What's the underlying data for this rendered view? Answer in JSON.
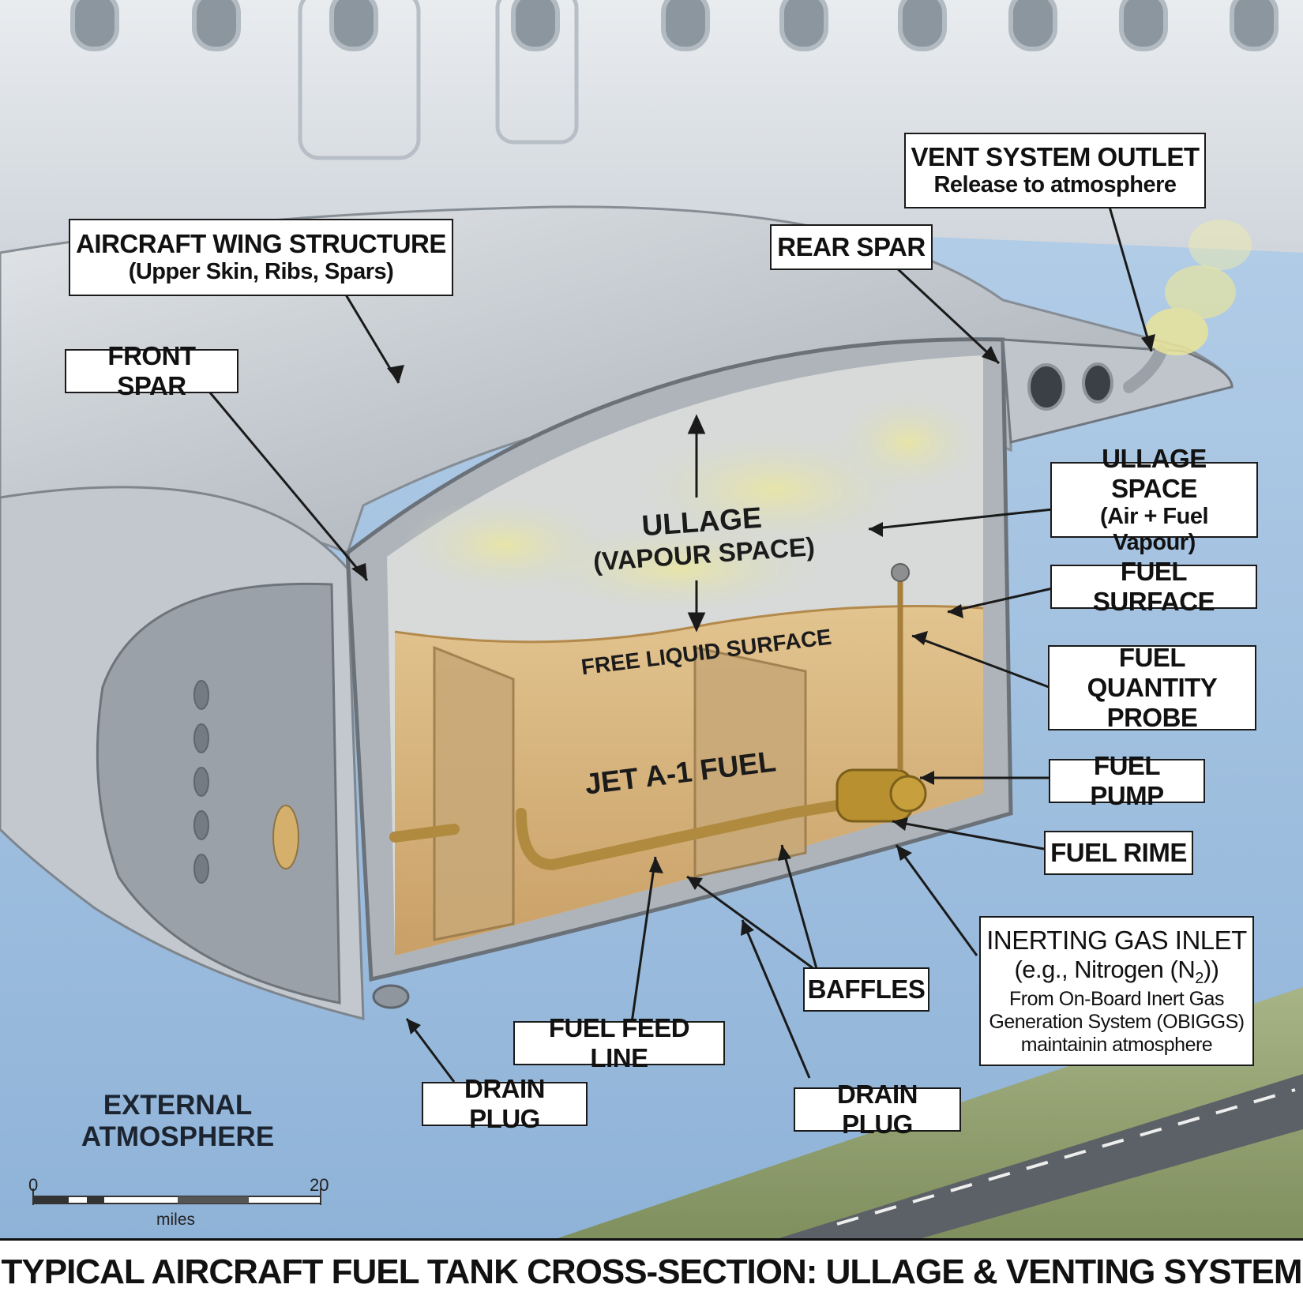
{
  "title": "TYPICAL AIRCRAFT FUEL TANK CROSS-SECTION: ULLAGE & VENTING SYSTEM",
  "colors": {
    "sky": "#a9c6e4",
    "fuselage": "#dfe3e7",
    "metal": "#c5cacf",
    "fuel": "#d9b57c",
    "vapour": "#e4e08a",
    "ground": "#9aa87a"
  },
  "labels": {
    "vent_outlet": {
      "title": "VENT SYSTEM OUTLET",
      "sub": "Release to atmosphere"
    },
    "wing_structure": {
      "title": "AIRCRAFT WING STRUCTURE",
      "sub": "(Upper Skin, Ribs, Spars)"
    },
    "rear_spar": "REAR SPAR",
    "front_spar": "FRONT SPAR",
    "ullage_space": {
      "title": "ULLAGE SPACE",
      "sub": "(Air + Fuel Vapour)"
    },
    "fuel_surface": "FUEL SURFACE",
    "fuel_quantity_probe": {
      "line1": "FUEL QUANTITY",
      "line2": "PROBE"
    },
    "fuel_pump": "FUEL PUMP",
    "fuel_rime": "FUEL RIME",
    "inerting_gas_inlet": {
      "title": "INERTING GAS INLET",
      "formula_pre": "(e.g., Nitrogen (N",
      "formula_sub": "2",
      "formula_post": "))",
      "line3": "From On-Board Inert Gas",
      "line4": "Generation System (OBIGGS)",
      "line5": "maintainin atmosphere"
    },
    "baffles": "BAFFLES",
    "fuel_feed_line": "FUEL FEED LINE",
    "drain_plug_left": "DRAIN PLUG",
    "drain_plug_right": "DRAIN PLUG",
    "external_atmosphere": {
      "line1": "EXTERNAL",
      "line2": "ATMOSPHERE"
    }
  },
  "overlays": {
    "ullage": {
      "line1": "ULLAGE",
      "line2": "(VAPOUR SPACE)"
    },
    "free_liquid_surface": "FREE LIQUID SURFACE",
    "jet_fuel": "JET A-1 FUEL"
  },
  "scale_bar": {
    "min": "0",
    "max": "20",
    "unit": "miles"
  }
}
